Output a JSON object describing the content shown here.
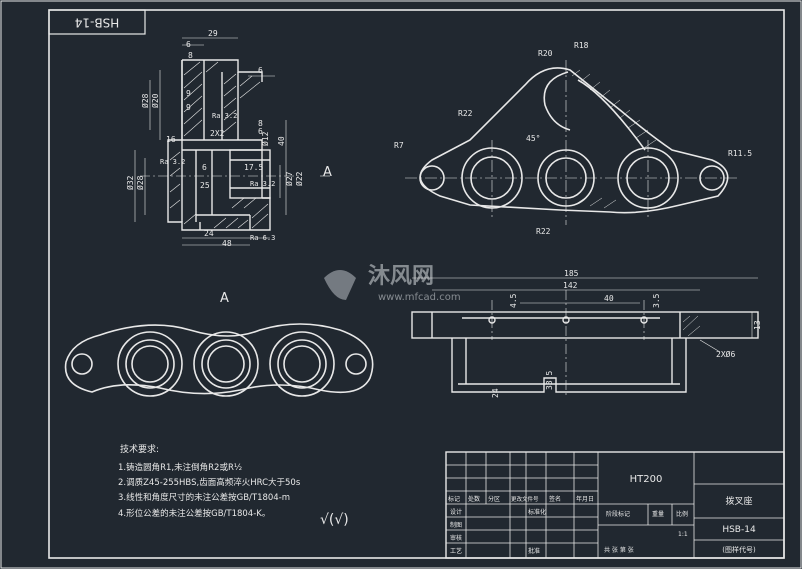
{
  "drawing_number_rotated": "HSB-14",
  "view_label_a": "A",
  "view_label_a_arrow": "A",
  "dims": {
    "top_29": "29",
    "top_6": "6",
    "top_8": "8",
    "top_6b": "6",
    "d28": "Ø28",
    "d20": "Ø20",
    "n9": "9",
    "n9b": "9",
    "ra32a": "Ra 3.2",
    "n16": "16",
    "n2x2": "2X2",
    "n8": "8",
    "n6": "6",
    "d12": "Ø12",
    "n40": "40",
    "ra32b": "Ra 3.2",
    "n17_5": "17.5",
    "d32": "Ø32",
    "d28b": "Ø28",
    "n6b": "6",
    "n25": "25",
    "ra32c": "Ra 3.2",
    "d27": "Ø27",
    "d22": "Ø22",
    "n24": "24",
    "n48": "48",
    "ra63": "Ra 6.3",
    "r20": "R20",
    "r18": "R18",
    "r22a": "R22",
    "r7": "R7",
    "r11_5": "R11.5",
    "a45": "45°",
    "r22b": "R22",
    "n185": "185",
    "n142": "142",
    "n40b": "40",
    "n4_5": "4.5",
    "n3_5": "3.5",
    "n13": "13",
    "n2xd6": "2XØ6",
    "n33_5": "33.5",
    "n24b": "24"
  },
  "tech_req": {
    "title": "技术要求:",
    "line1": "1.铸造圆角R1,未注倒角R2或R½",
    "line2": "2.调质Z45-255HBS,齿面高频淬火HRC大于50s",
    "line3": "3.线性和角度尺寸的未注公差按GB/T1804-m",
    "line4": "4.形位公差的未注公差按GB/T1804-K。",
    "check": "√(√)"
  },
  "watermark": {
    "text": "沐风网",
    "url": "www.mfcad.com"
  },
  "title_block": {
    "material": "HT200",
    "part_name": "拨叉座",
    "drawing_no": "HSB-14",
    "drawing_no_sub": "(图样代号)",
    "row_labels": [
      "标记",
      "处数",
      "分区",
      "更改文件号",
      "签名",
      "年月日"
    ],
    "design": "设计",
    "standardize": "标准化",
    "draw": "制图",
    "review": "审核",
    "process": "工艺",
    "approve": "批准",
    "stage_mark": "阶段标记",
    "weight": "重量",
    "scale": "比例",
    "scale_value": "1:1",
    "sheets": "共  张  第  张"
  }
}
